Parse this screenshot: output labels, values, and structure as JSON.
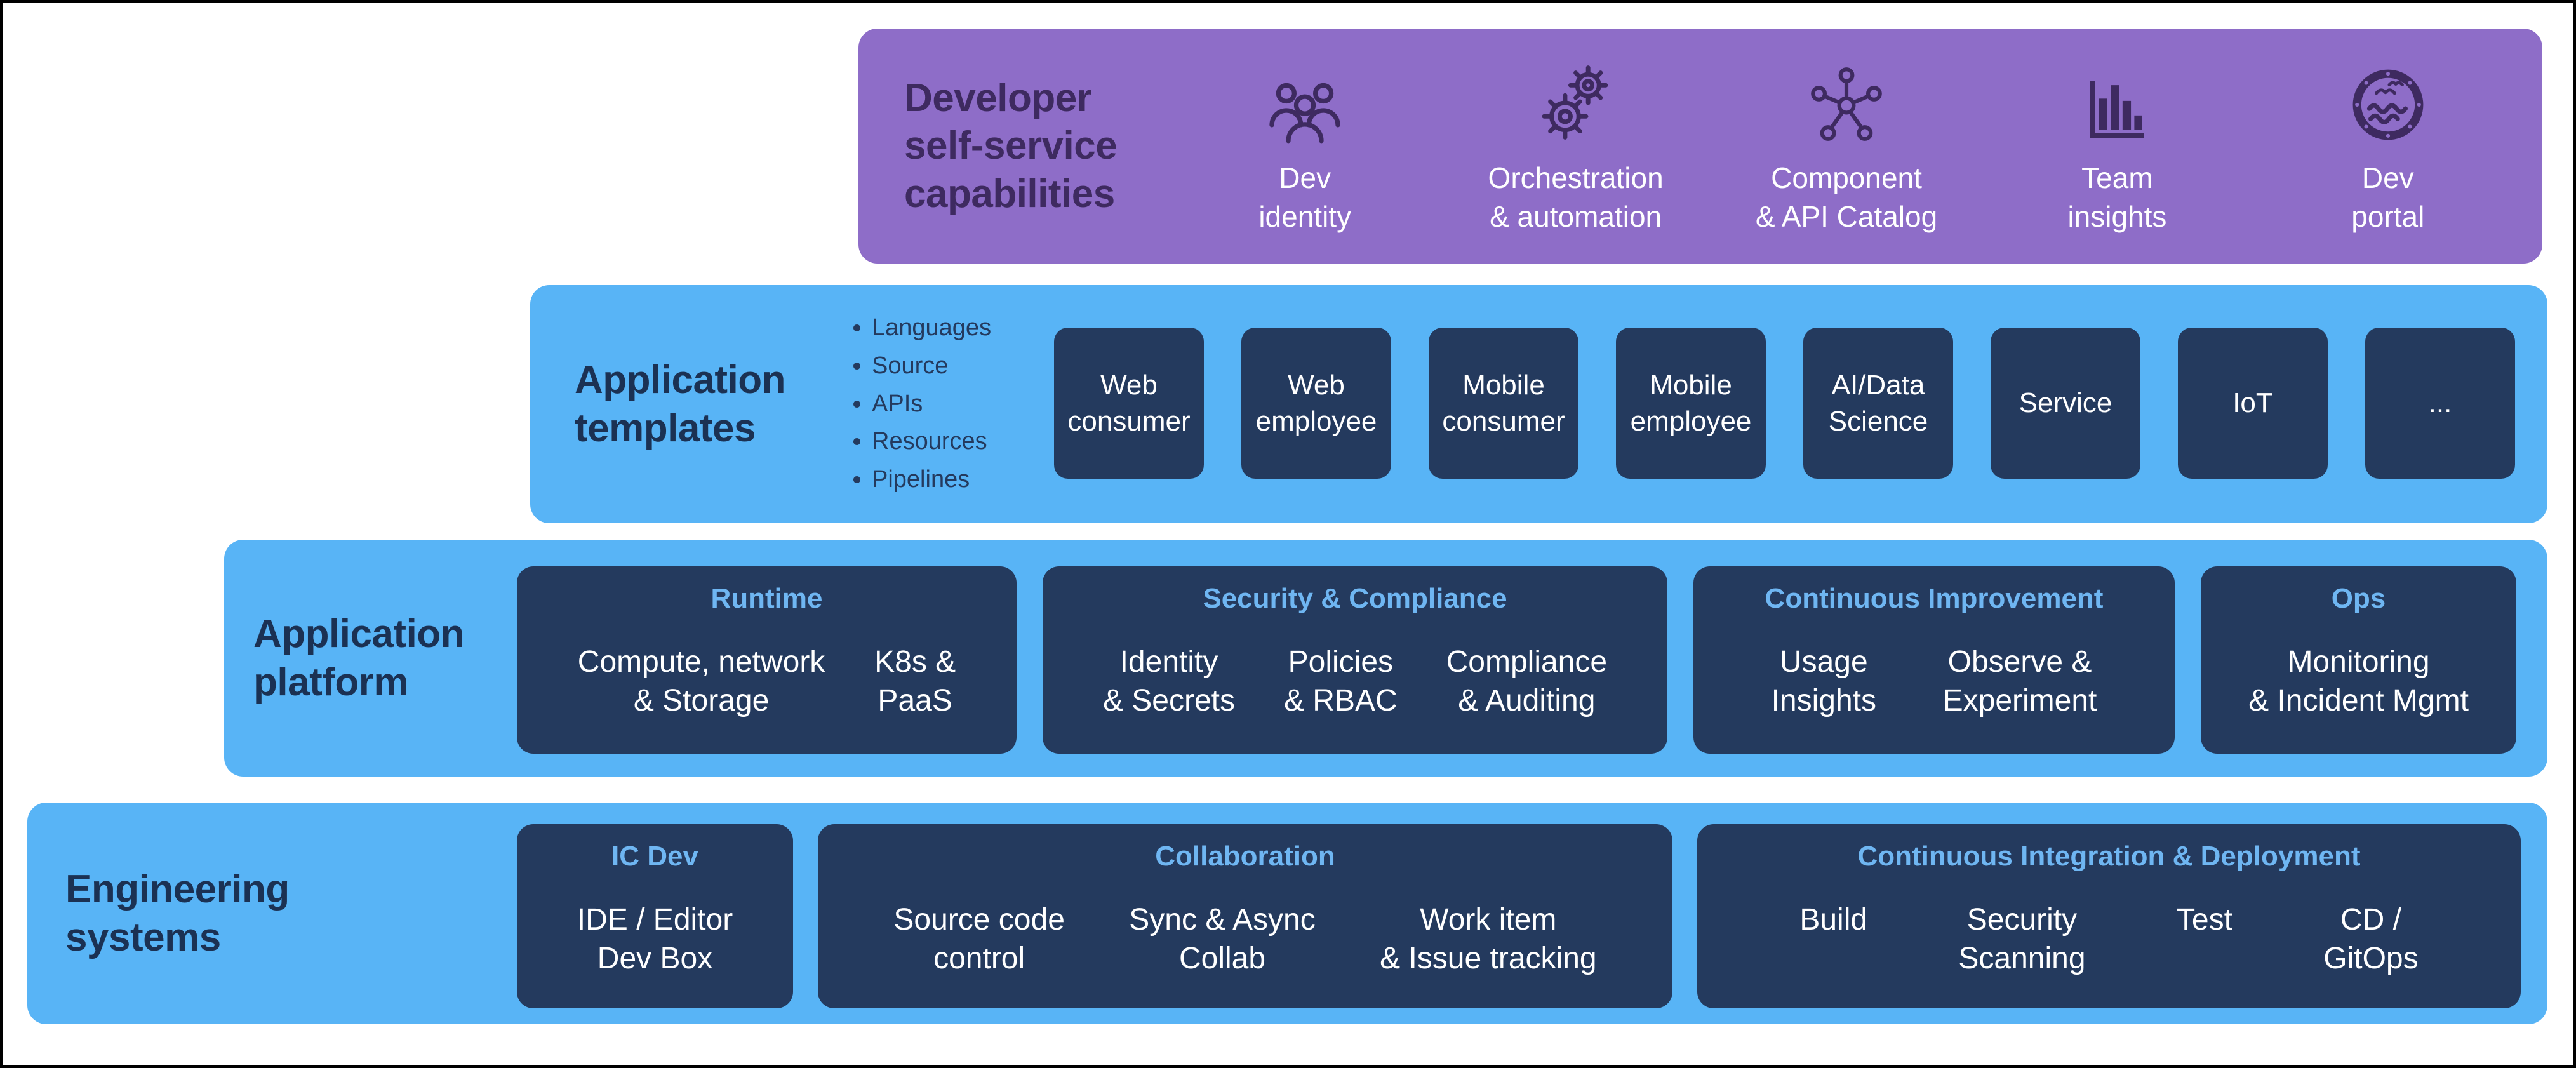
{
  "colors": {
    "purple_band": "#8E6DC8",
    "blue_band": "#58B4F6",
    "navy_box": "#243A5E",
    "navy_text": "#1B3153",
    "dark_purple_text": "#3E2A60",
    "header_light_blue": "#6FB6F2",
    "white_text": "#FFFFFF",
    "frame_border": "#000000"
  },
  "capabilities": {
    "title": "Developer\nself-service\ncapabilities",
    "items": [
      {
        "icon": "people-group-icon",
        "label": "Dev\nidentity"
      },
      {
        "icon": "gears-icon",
        "label": "Orchestration\n& automation"
      },
      {
        "icon": "hub-spoke-icon",
        "label": "Component\n& API Catalog"
      },
      {
        "icon": "bar-chart-icon",
        "label": "Team\ninsights"
      },
      {
        "icon": "porthole-icon",
        "label": "Dev\nportal"
      }
    ]
  },
  "templates": {
    "title": "Application\ntemplates",
    "bullets": [
      "Languages",
      "Source",
      "APIs",
      "Resources",
      "Pipelines"
    ],
    "boxes": [
      "Web\nconsumer",
      "Web\nemployee",
      "Mobile\nconsumer",
      "Mobile\nemployee",
      "AI/Data\nScience",
      "Service",
      "IoT",
      "..."
    ]
  },
  "platform": {
    "title": "Application\nplatform",
    "groups": [
      {
        "header": "Runtime",
        "items": [
          "Compute, network\n& Storage",
          "K8s &\nPaaS"
        ]
      },
      {
        "header": "Security & Compliance",
        "items": [
          "Identity\n& Secrets",
          "Policies\n& RBAC",
          "Compliance\n& Auditing"
        ]
      },
      {
        "header": "Continuous Improvement",
        "items": [
          "Usage\nInsights",
          "Observe &\nExperiment"
        ]
      },
      {
        "header": "Ops",
        "items": [
          "Monitoring\n& Incident Mgmt"
        ]
      }
    ]
  },
  "engineering": {
    "title": "Engineering\nsystems",
    "groups": [
      {
        "header": "IC Dev",
        "items": [
          "IDE / Editor\nDev Box"
        ]
      },
      {
        "header": "Collaboration",
        "items": [
          "Source code\ncontrol",
          "Sync & Async\nCollab",
          "Work item\n& Issue tracking"
        ]
      },
      {
        "header": "Continuous Integration & Deployment",
        "items": [
          "Build",
          "Security\nScanning",
          "Test",
          "CD /\nGitOps"
        ]
      }
    ]
  }
}
